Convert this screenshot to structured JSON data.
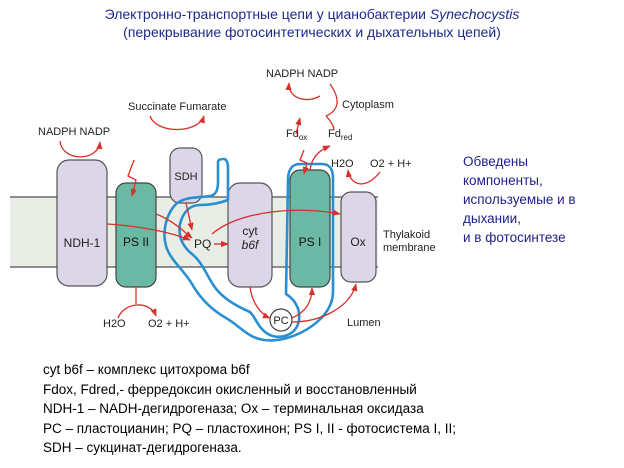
{
  "title": {
    "line1_prefix": "Электронно-транспортные цепи у цианобактерии ",
    "line1_organism": "Synechocystis",
    "line2": "(перекрывание фотосинтетических и дыхательных цепей)"
  },
  "diagram": {
    "complexes": {
      "ndh1": "NDH-1",
      "ps2": "PS II",
      "sdh": "SDH",
      "pq": "PQ",
      "cyt_line1": "cyt",
      "cyt_line2": "b6f",
      "ps1": "PS I",
      "ox": "Ox",
      "pc": "PC"
    },
    "labels": {
      "nadph_nadp_left": "NADPH NADP",
      "succinate_fumarate": "Succinate Fumarate",
      "nadph_nadp_top": "NADPH NADP",
      "cytoplasm": "Cytoplasm",
      "fd_ox": "Fd",
      "fd_ox_sub": "ox",
      "fd_red": "Fd",
      "fd_red_sub": "red",
      "h2o_right": "H2O",
      "o2_h_right": "O2 + H+",
      "thylakoid_membrane_1": "Thylakoid",
      "thylakoid_membrane_2": "membrane",
      "h2o_bottom": "H2O",
      "o2_h_bottom": "O2 + H+",
      "lumen": "Lumen"
    },
    "colors": {
      "membrane_fill": "#e8eee6",
      "membrane_line": "#6b6b6b",
      "lilac": "#dcd6e8",
      "teal": "#6bb9a4",
      "arrow_red": "#d7302a",
      "outline_blue": "#2a8fd0"
    }
  },
  "side_note": [
    "Обведены",
    "компоненты,",
    "используемые и в",
    "дыхании,",
    "и в фотосинтезе"
  ],
  "legend": [
    "cyt b6f – комплекс цитохрома b6f",
    "Fdox, Fdred,- ферредоксин окисленный и восстановленный",
    "NDH-1 – NADH-дегидрогеназа; Ox – терминальная оксидаза",
    "PC – пластоцианин; PQ – пластохинон; PS I, II - фотосистема I, II;",
    "SDH – сукцинат-дегидрогеназа."
  ]
}
